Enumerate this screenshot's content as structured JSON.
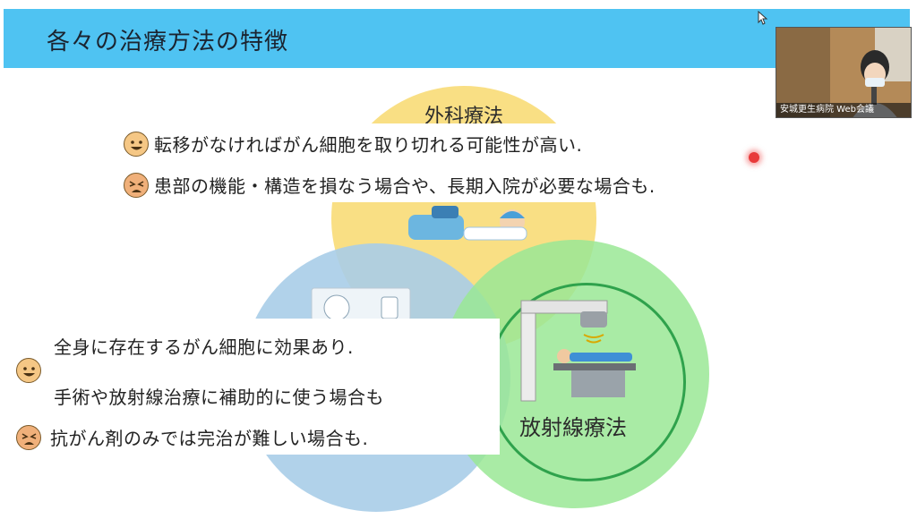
{
  "slide": {
    "title": "各々の治療方法の特徴",
    "circles": {
      "surgery_label": "外科療法",
      "radiation_label": "放射線療法"
    },
    "surgery_points": [
      {
        "icon": "happy-face-icon",
        "text": "転移がなければがん細胞を取り切れる可能性が高い."
      },
      {
        "icon": "sad-face-icon",
        "text": "患部の機能・構造を損なう場合や、長期入院が必要な場合も."
      }
    ],
    "chemo_points": [
      {
        "icon": "happy-face-icon",
        "text": "全身に存在するがん細胞に効果あり."
      },
      {
        "icon": "",
        "text": "手術や放射線治療に補助的に使う場合も"
      },
      {
        "icon": "sad-face-icon",
        "text": "抗がん剤のみでは完治が難しい場合も."
      }
    ],
    "colors": {
      "header": "#4fc3f2",
      "surgery_circle": "#f8dc79",
      "chemo_circle": "#a9cde8",
      "radiation_circle": "#9ae895",
      "radiation_ring": "#2fa24c"
    }
  },
  "webcam": {
    "label": "安城更生病院 Web会議"
  }
}
